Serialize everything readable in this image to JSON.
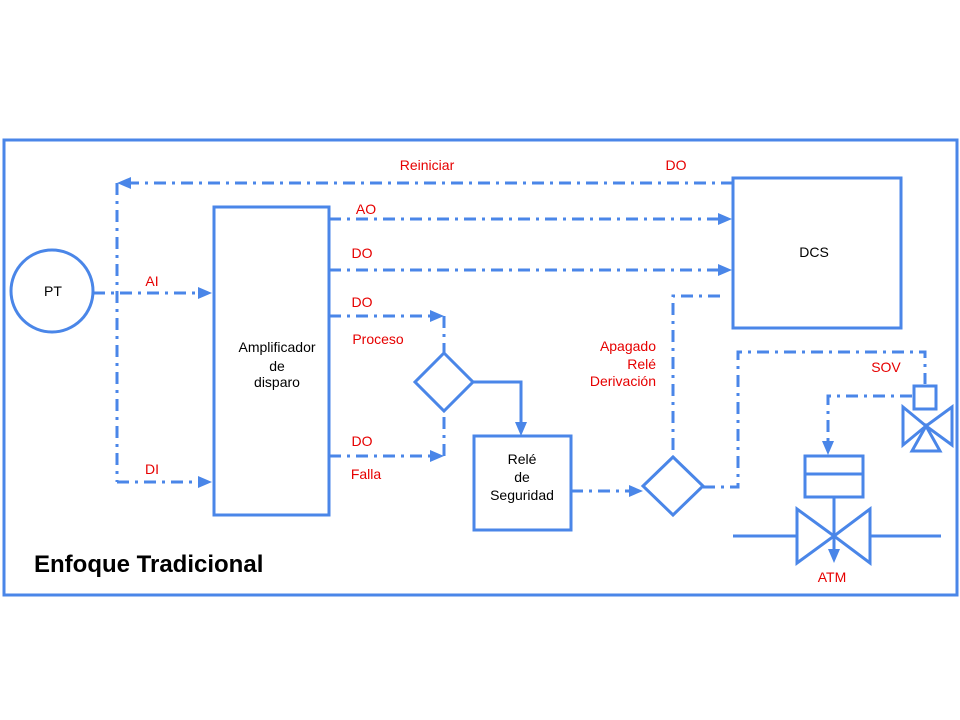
{
  "title": "Enfoque Tradicional",
  "nodes": {
    "pt": "PT",
    "amp_l1": "Amplificador",
    "amp_l2": "de",
    "amp_l3": "disparo",
    "dcs": "DCS",
    "relay_l1": "Relé",
    "relay_l2": "de",
    "relay_l3": "Seguridad"
  },
  "signals": {
    "reiniciar": "Reiniciar",
    "do_top": "DO",
    "ao": "AO",
    "do_dcs": "DO",
    "ai": "AI",
    "di": "DI",
    "do_proceso": "DO",
    "proceso": "Proceso",
    "do_falla": "DO",
    "falla": "Falla",
    "apagado": "Apagado",
    "rele": "Relé",
    "derivacion": "Derivación",
    "sov": "SOV",
    "atm": "ATM"
  },
  "colors": {
    "line": "#4a86e8",
    "signal_text": "#e60000",
    "node_text": "#000000"
  }
}
